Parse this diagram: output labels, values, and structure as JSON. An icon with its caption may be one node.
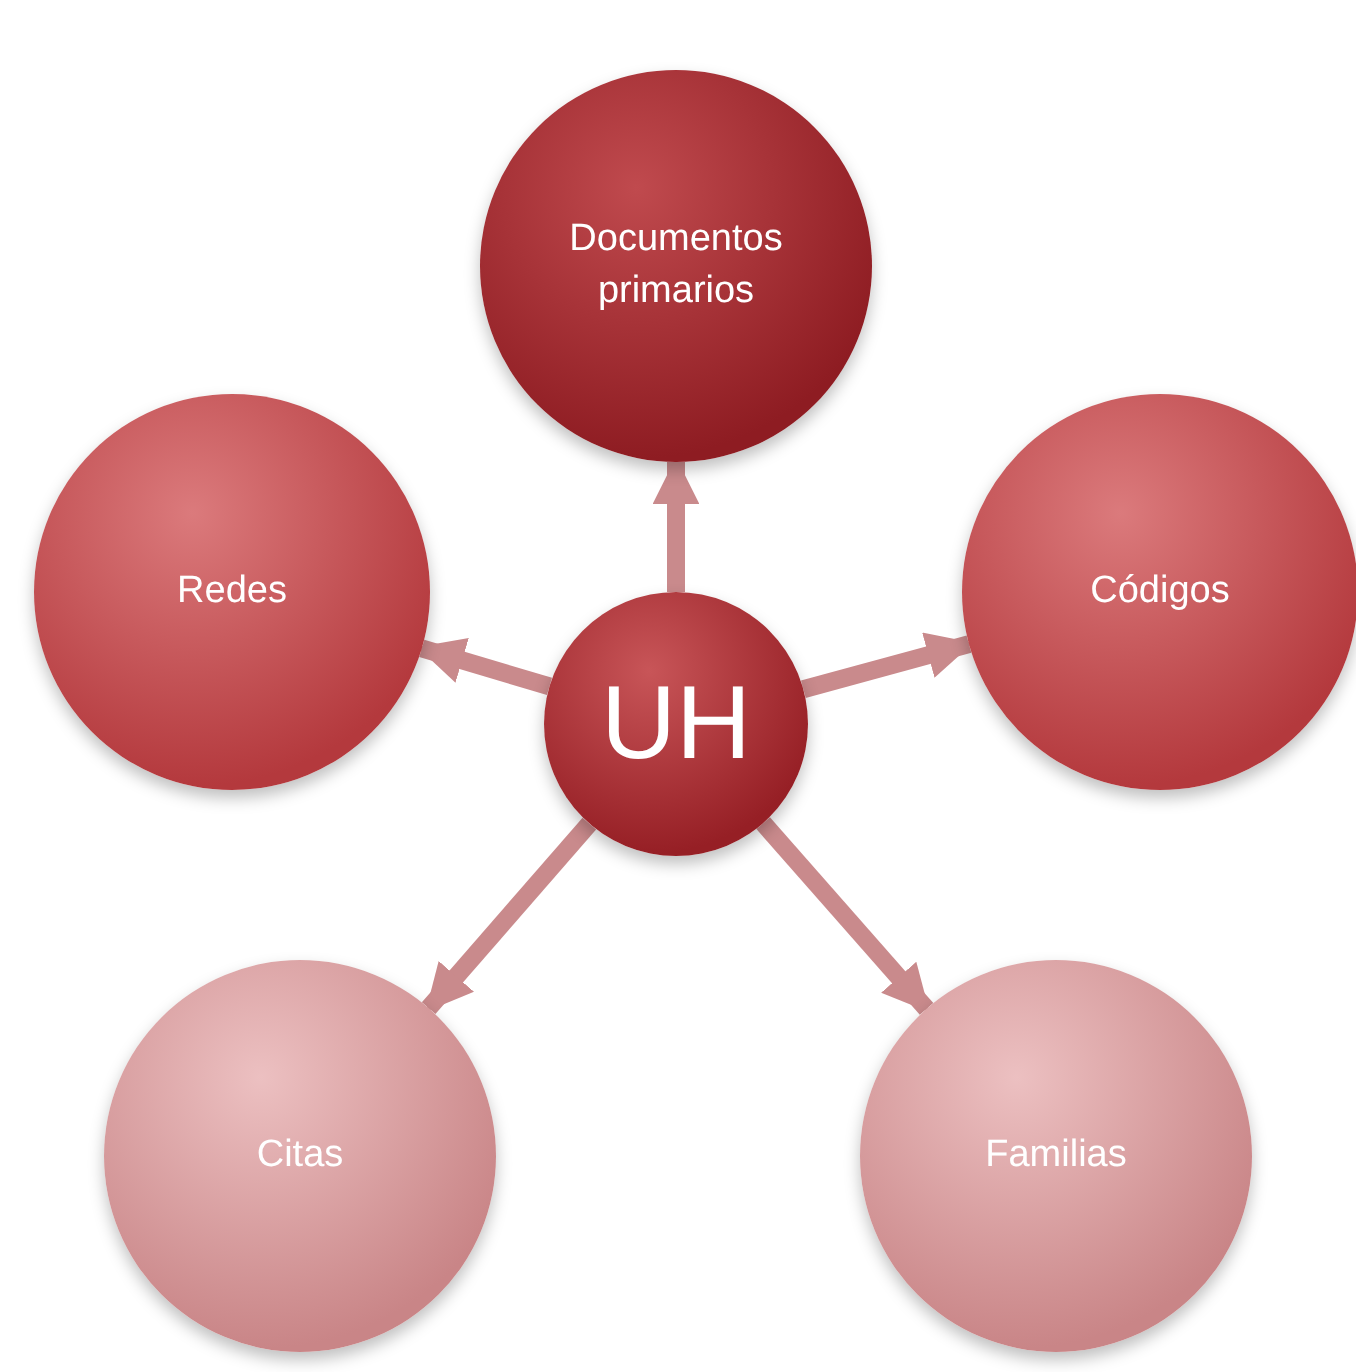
{
  "diagram": {
    "nodes": [
      {
        "text": [
          "Documentos primarios"
        ]
      },
      {
        "text": [
          "Redes"
        ]
      },
      {
        "text": [
          "Códigos"
        ]
      },
      {
        "text": [
          "UH"
        ]
      },
      {
        "text": [
          "Citas"
        ]
      },
      {
        "text": [
          "Familias"
        ]
      }
    ],
    "edges": [
      {
        "from": 3,
        "to": 0,
        "arrow": "to"
      },
      {
        "from": 3,
        "to": 1,
        "arrow": "to"
      },
      {
        "from": 3,
        "to": 2,
        "arrow": "to"
      },
      {
        "from": 3,
        "to": 4,
        "arrow": "to"
      },
      {
        "from": 3,
        "to": 5,
        "arrow": "to"
      }
    ]
  }
}
